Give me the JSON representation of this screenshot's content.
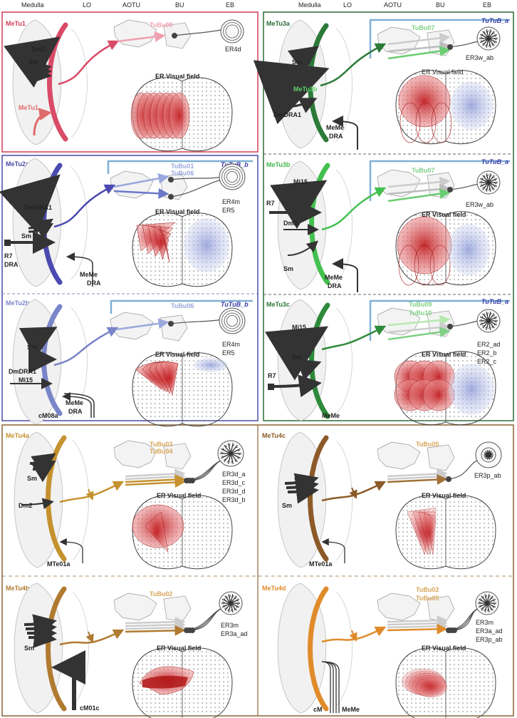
{
  "header": {
    "left": [
      "Medulla",
      "LO",
      "AOTU",
      "BU",
      "EB"
    ],
    "right": [
      "Medulla",
      "LO",
      "AOTU",
      "BU",
      "EB"
    ]
  },
  "colors": {
    "metu1_box": "#d33c57",
    "metu3_box": "#2b6b35",
    "metu2_box": "#4a4aa8",
    "metu4_box": "#8c6433",
    "dark_arrow": "#333333",
    "tutub_line": "#7fb0d6",
    "rf_red": "#d42a2a",
    "rf_blue": "#9aa8dc"
  },
  "panels": {
    "metu1": {
      "title": "MeTu1",
      "tubu": "TuBu08",
      "er": "ER4d",
      "inputs": [
        "Dm2",
        "Sm",
        "MeTu1"
      ],
      "vf": "ER Visual field"
    },
    "metu2a": {
      "title": "MeTu2a",
      "tutub": "TuTuB_b",
      "tubu1": "TuBu01",
      "tubu2": "TuBu06",
      "er1": "ER4m",
      "er2": "ER5",
      "inputs": [
        "DmDRA1",
        "Sm",
        "R7",
        "DRA",
        "MeMe",
        "DRA"
      ],
      "vf": "ER Visual field"
    },
    "metu2b": {
      "title": "MeTu2b",
      "tutub": "TuTuB_b",
      "tubu": "TuBu06",
      "er1": "ER4m",
      "er2": "ER5",
      "inputs": [
        "Sm",
        "DmDRA1",
        "Mi15",
        "MeMe",
        "DRA",
        "cM08a"
      ],
      "vf": "ER Visual field"
    },
    "metu3a": {
      "title": "MeTu3a",
      "tutub": "TuTuB_a",
      "tubu": "TuBu07",
      "er": "ER3w_ab",
      "inputs": [
        "Sm",
        "MeTu3b",
        "DmDRA1",
        "MeMe",
        "DRA"
      ],
      "vf": "ER Visual field"
    },
    "metu3b": {
      "title": "MeTu3b",
      "tutub": "TuTuB_a",
      "tubu": "TuBu07",
      "er": "ER3w_ab",
      "inputs": [
        "Mi15",
        "R7",
        "Dm2",
        "Sm",
        "MeMe",
        "DRA"
      ],
      "vf": "ER Visual field"
    },
    "metu3c": {
      "title": "MeTu3c",
      "tutub": "TuTuB_a",
      "tubu1": "TuBu09",
      "tubu2": "TuBu10",
      "er1": "ER2_ad",
      "er2": "ER2_b",
      "er3": "ER2_c",
      "inputs": [
        "Mi15",
        "Sm",
        "R7",
        "MeMe"
      ],
      "vf": "ER Visual field"
    },
    "metu4a": {
      "title": "MeTu4a",
      "tubu1": "TuBu03",
      "tubu2": "TuBu04",
      "er1": "ER3d_a",
      "er2": "ER3d_c",
      "er3": "ER3d_d",
      "er4": "ER3d_b",
      "inputs": [
        "Sm",
        "Dm2",
        "MTe01a"
      ],
      "vf": "ER Visual field"
    },
    "metu4c": {
      "title": "MeTu4c",
      "tubu": "TuBu05",
      "er": "ER3p_ab",
      "inputs": [
        "Sm",
        "MTe01a"
      ],
      "vf": "ER Visual field"
    },
    "metu4b": {
      "title": "MeTu4b",
      "tubu": "TuBu02",
      "er1": "ER3m",
      "er2": "ER3a_ad",
      "inputs": [
        "Sm",
        "cM01c"
      ],
      "vf": "ER Visual field"
    },
    "metu4d": {
      "title": "MeTu4d",
      "tubu1": "TuBu02",
      "tubu2": "TuBu05",
      "er1": "ER3m",
      "er2": "ER3a_ad",
      "er3": "ER3p_ab",
      "inputs": [
        "cM",
        "MeMe"
      ],
      "vf": "ER Visual field"
    }
  }
}
